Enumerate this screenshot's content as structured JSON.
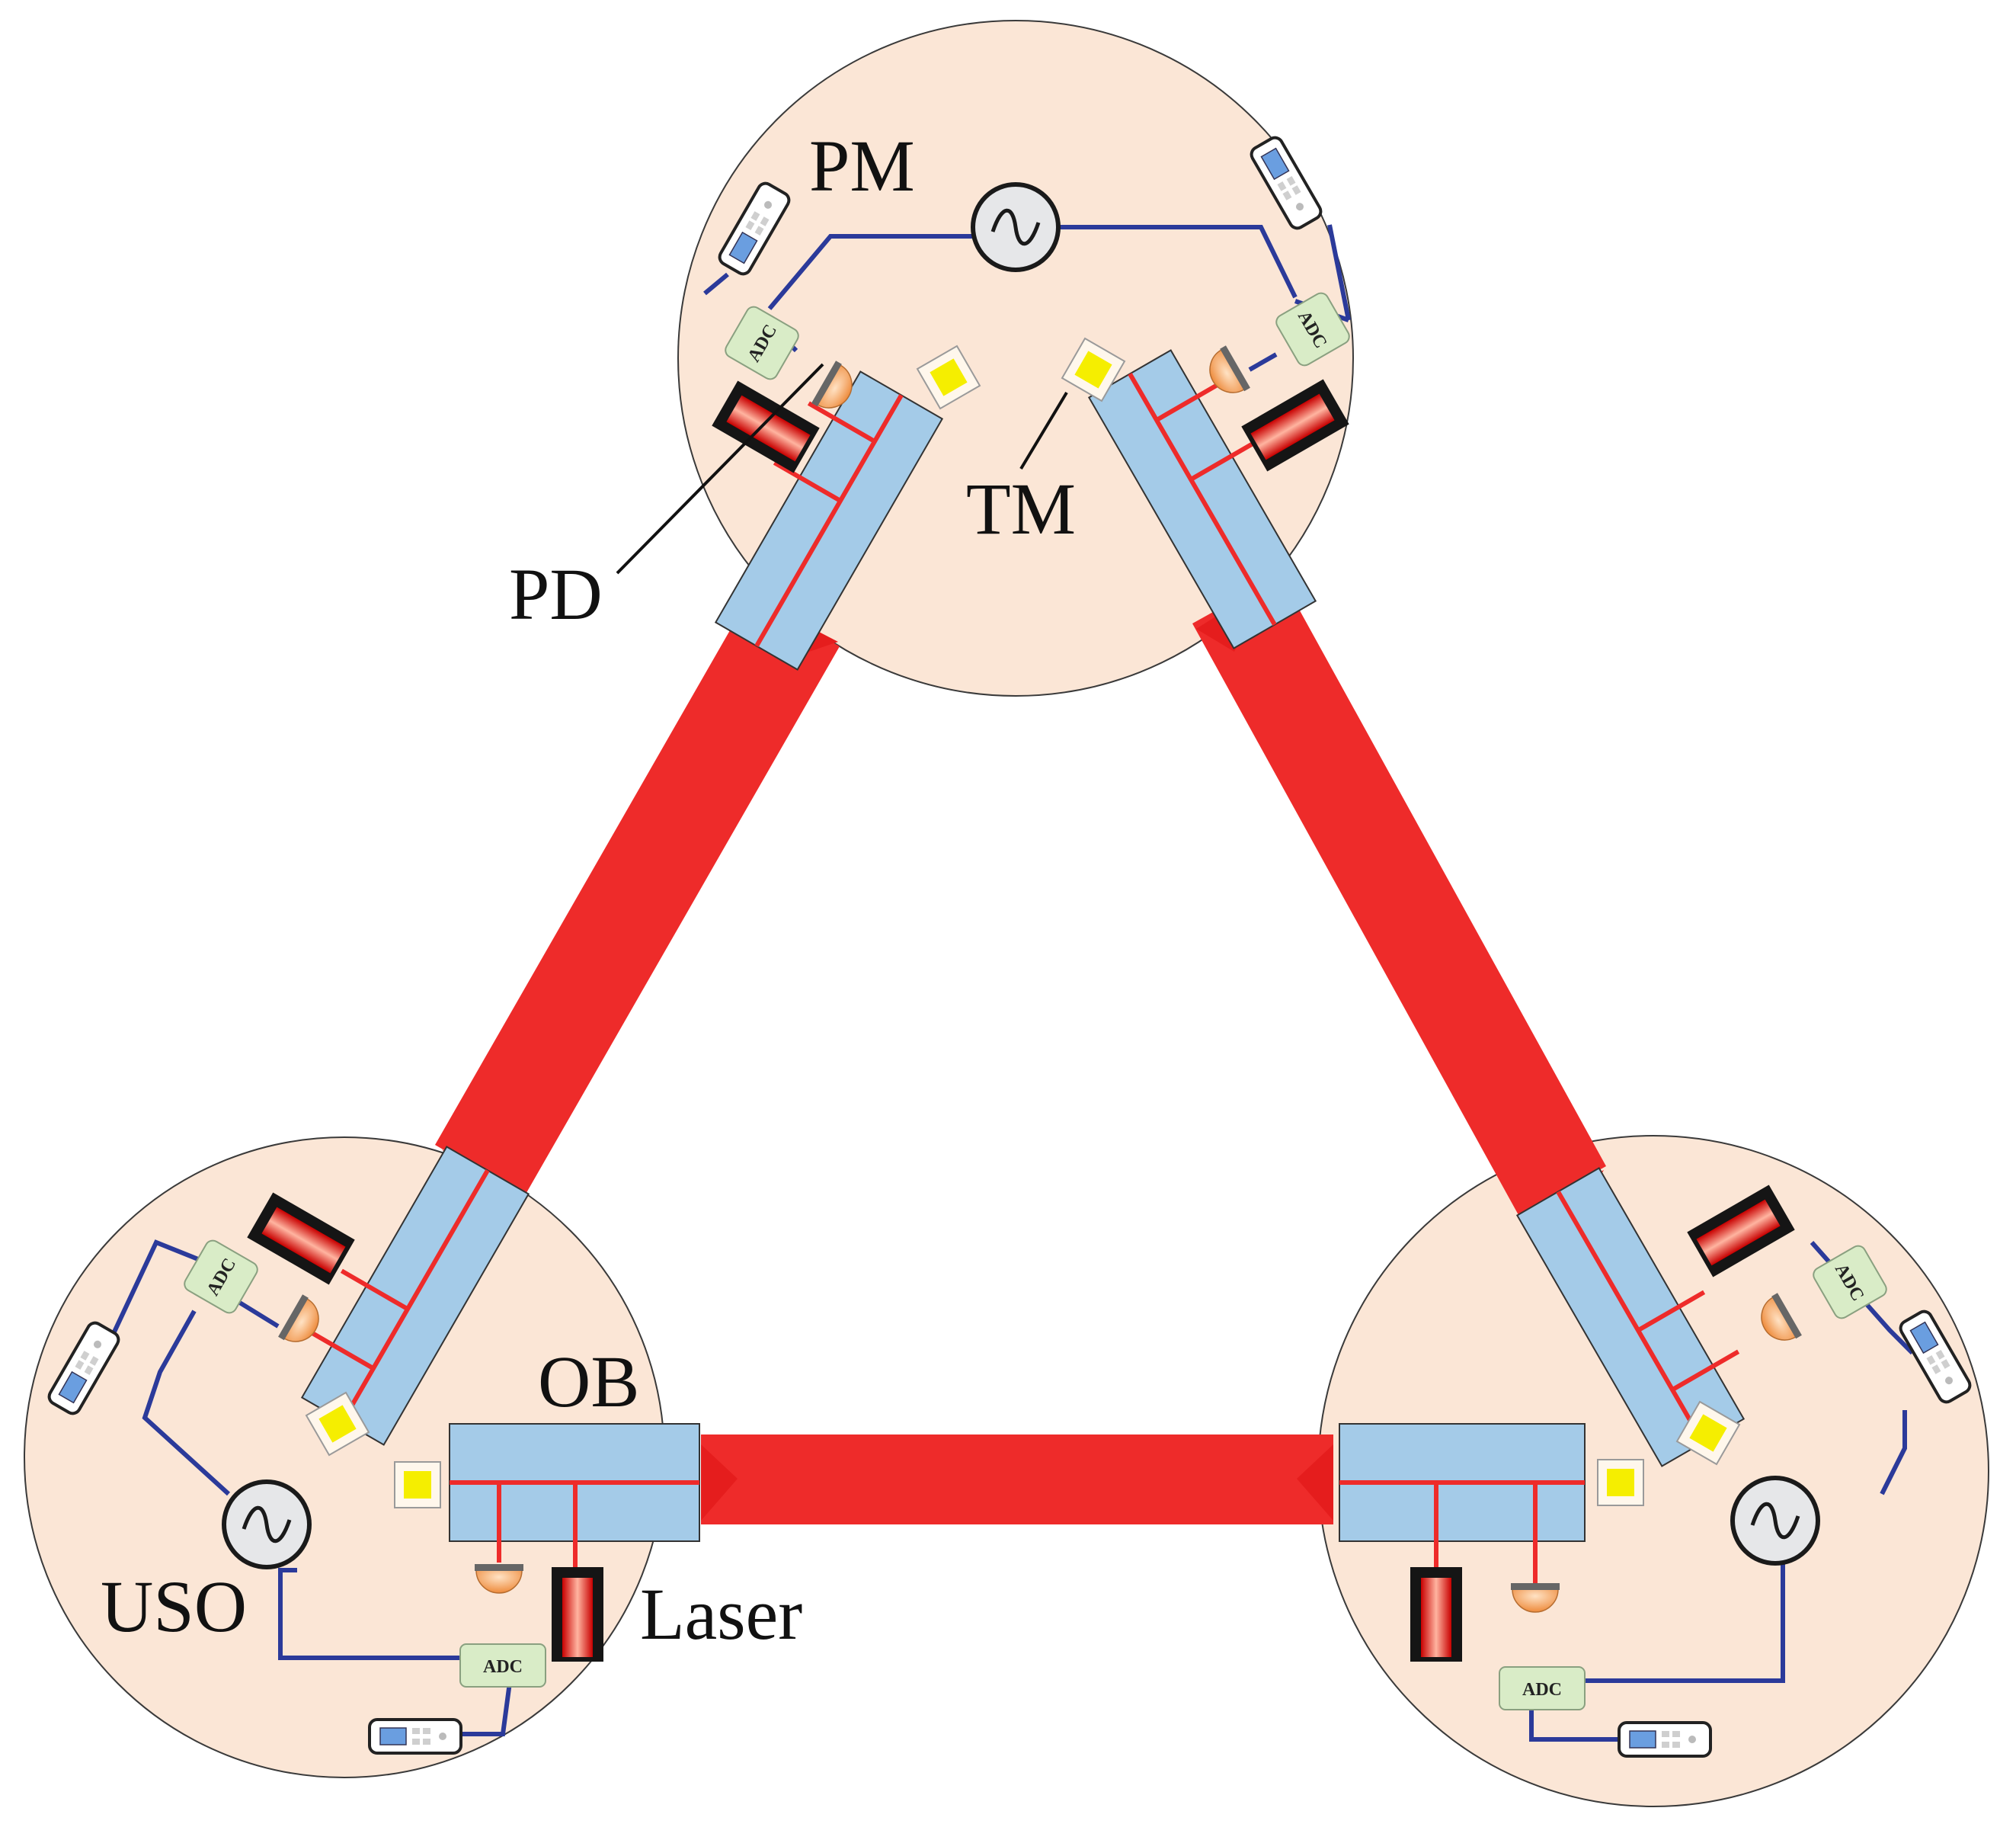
{
  "labels": {
    "pm": "PM",
    "tm": "TM",
    "pd": "PD",
    "ob": "OB",
    "uso": "USO",
    "laser": "Laser"
  },
  "adc_label": "ADC",
  "colors": {
    "spacecraft": "#fbe6d6",
    "beam": "#ee2b2a",
    "bench": "#a4cbe8",
    "wire": "#2b3a9a",
    "adc": "#d9ecc7",
    "test_mass": "#f5ee00",
    "photodiode": "#f29a4a",
    "laser_body": "#1a1a1a"
  }
}
